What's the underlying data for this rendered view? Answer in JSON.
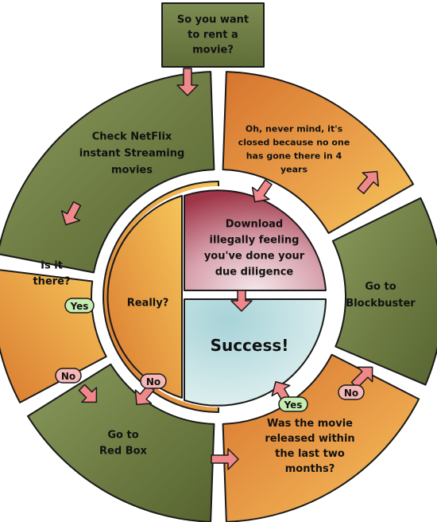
{
  "title_box": [
    "So you want",
    "to rent a",
    "movie?"
  ],
  "nodes": {
    "netflix": [
      "Check NetFlix",
      "instant Streaming",
      "movies"
    ],
    "closed": [
      "Oh, never mind, it's",
      "closed because no one",
      "has gone there in 4",
      "years"
    ],
    "download": [
      "Download",
      "illegally feeling",
      "you've done your",
      "due diligence"
    ],
    "blockbuster": [
      "Go to",
      "Blockbuster"
    ],
    "is_it_there": [
      "Is it",
      "there?"
    ],
    "really": [
      "Really?"
    ],
    "success": [
      "Success!"
    ],
    "redbox": [
      "Go to",
      "Red Box"
    ],
    "released": [
      "Was the movie",
      "released within",
      "the last two",
      "months?"
    ]
  },
  "tags": {
    "yes_left": "Yes",
    "no_left_a": "No",
    "no_left_b": "No",
    "yes_right": "Yes",
    "no_right": "No"
  },
  "colors": {
    "olive": "#6b7a45",
    "orange": "#e59a45",
    "burgundy": "#a4404f",
    "teal": "#b6dde0",
    "arrow": "#f0888a",
    "yes_fill": "#c6ecb0",
    "no_fill": "#f5b7b7"
  }
}
